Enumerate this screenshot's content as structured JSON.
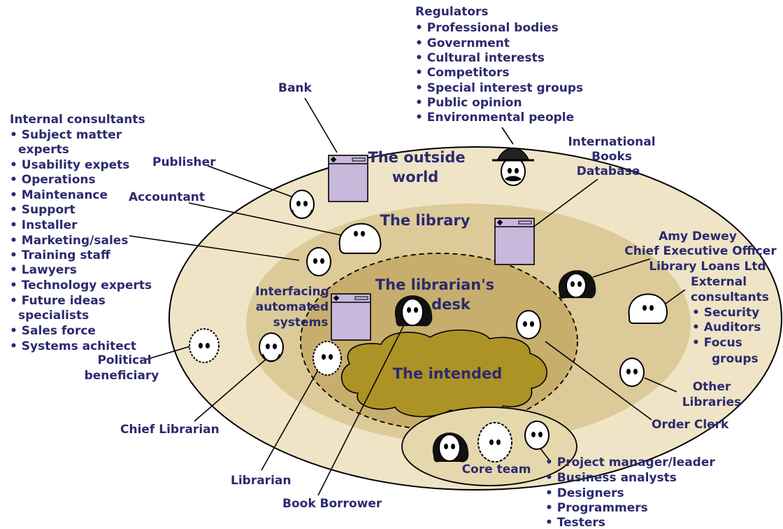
{
  "zones": {
    "outside_world": [
      "The outside",
      "world"
    ],
    "library": "The library",
    "desk": [
      "The librarian's",
      "desk"
    ],
    "intended": "The intended",
    "core_team": "Core team"
  },
  "regulators": {
    "title": "Regulators",
    "items": [
      "• Professional bodies",
      "• Government",
      "• Cultural interests",
      "• Competitors",
      "• Special interest groups",
      "• Public opinion",
      "• Environmental people"
    ]
  },
  "internal_consultants": {
    "title": "Internal consultants",
    "lines": [
      "• Subject matter",
      "experts",
      "• Usability expets",
      "• Operations",
      "• Maintenance",
      "• Support",
      "• Installer",
      "• Marketing/sales",
      "• Training staff",
      "• Lawyers",
      "• Technology experts",
      "• Future ideas",
      "specialists",
      "• Sales force",
      "• Systems achitect"
    ]
  },
  "stakeholders": {
    "bank": "Bank",
    "publisher": "Publisher",
    "accountant": "Accountant",
    "international_books": [
      "International",
      "Books",
      "Database"
    ],
    "amy_dewey": [
      "Amy Dewey",
      "Chief Executive Officer",
      "Library Loans Ltd"
    ],
    "interfacing": [
      "Interfacing",
      "automated",
      "systems"
    ],
    "political": [
      "Political",
      "beneficiary"
    ],
    "chief_librarian": "Chief Librarian",
    "librarian": "Librarian",
    "book_borrower": "Book Borrower",
    "order_clerk": "Order Clerk",
    "other_libraries": [
      "Other",
      "Libraries"
    ]
  },
  "external_consultants": {
    "title": [
      "External",
      "consultants"
    ],
    "items": [
      "• Security",
      "• Auditors",
      "• Focus",
      "groups"
    ]
  },
  "core_team_roles": [
    "• Project manager/leader",
    "• Business analysts",
    "• Designers",
    "• Programmers",
    "• Testers"
  ],
  "colors": {
    "outer": "#efe4c6",
    "library": "#dccb98",
    "desk": "#c7ae6c",
    "intended": "#ad9226",
    "core": "#e6d8ad",
    "text": "#2b2a6e",
    "document": "#c8b8dc"
  }
}
